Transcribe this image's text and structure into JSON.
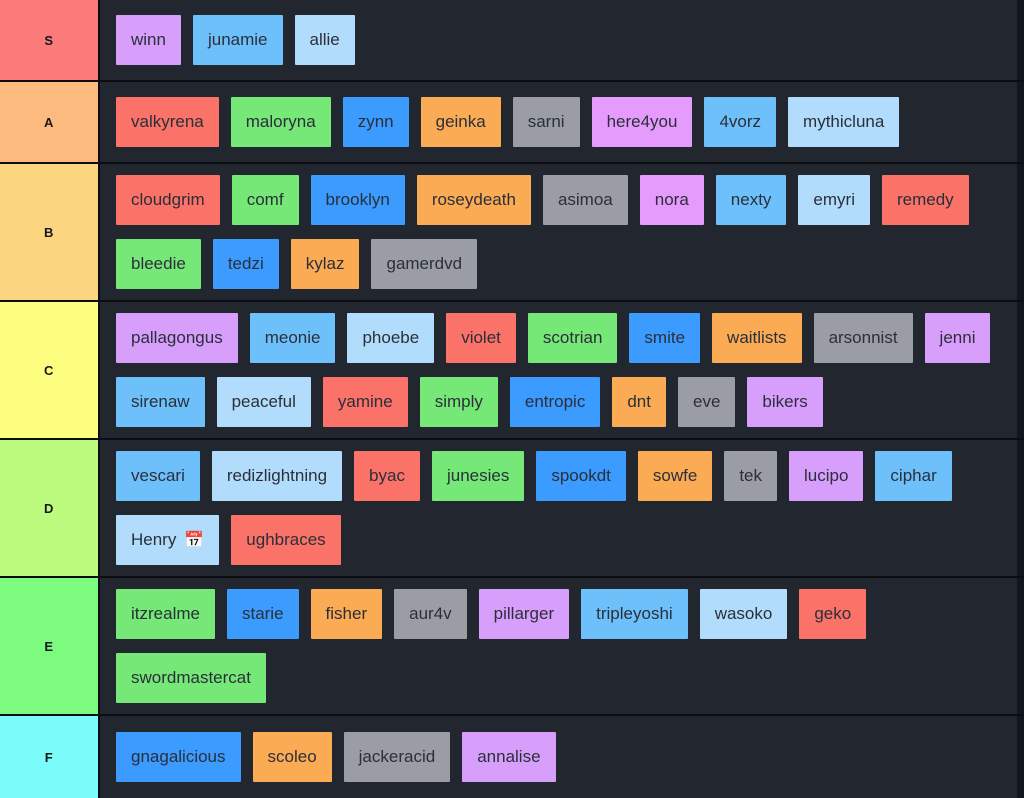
{
  "app": {
    "kind": "tier-list",
    "background_color": "#22262f",
    "frame_color": "#12151c"
  },
  "tile_colors": {
    "red": "#fa7268",
    "orange": "#fbab54",
    "green": "#75e877",
    "blue": "#3b9bff",
    "lightblue": "#6ec0fb",
    "paleblue": "#b2dcfb",
    "purple": "#d79efc",
    "lightpurple": "#cfa5fb",
    "gray": "#9a9da3"
  },
  "tiers": [
    {
      "label": "S",
      "color": "#fb7b7b",
      "items": [
        {
          "text": "winn",
          "color": "#d79efc"
        },
        {
          "text": "junamie",
          "color": "#6ec0fb"
        },
        {
          "text": "allie",
          "color": "#b2dcfb"
        }
      ]
    },
    {
      "label": "A",
      "color": "#fcba7f",
      "items": [
        {
          "text": "valkyrena",
          "color": "#fa7268"
        },
        {
          "text": "maloryna",
          "color": "#75e877"
        },
        {
          "text": "zynn",
          "color": "#3b9bff"
        },
        {
          "text": "geinka",
          "color": "#fbab54"
        },
        {
          "text": "sarni",
          "color": "#9a9da3"
        },
        {
          "text": "here4you",
          "color": "#e59bfb"
        },
        {
          "text": "4vorz",
          "color": "#6ec0fb"
        },
        {
          "text": "mythicluna",
          "color": "#b2dcfb"
        }
      ]
    },
    {
      "label": "B",
      "color": "#fcd581",
      "items": [
        {
          "text": "cloudgrim",
          "color": "#fa7268"
        },
        {
          "text": "comf",
          "color": "#75e877"
        },
        {
          "text": "brooklyn",
          "color": "#3b9bff"
        },
        {
          "text": "roseydeath",
          "color": "#fbab54"
        },
        {
          "text": "asimoa",
          "color": "#9a9da3"
        },
        {
          "text": "nora",
          "color": "#e59bfb"
        },
        {
          "text": "nexty",
          "color": "#6ec0fb"
        },
        {
          "text": "emyri",
          "color": "#b2dcfb"
        },
        {
          "text": "remedy",
          "color": "#fa7268"
        },
        {
          "text": "bleedie",
          "color": "#75e877"
        },
        {
          "text": "tedzi",
          "color": "#3b9bff"
        },
        {
          "text": "kylaz",
          "color": "#fbab54"
        },
        {
          "text": "gamerdvd",
          "color": "#9a9da3"
        }
      ]
    },
    {
      "label": "C",
      "color": "#fdfd7f",
      "items": [
        {
          "text": "pallagongus",
          "color": "#d79efc"
        },
        {
          "text": "meonie",
          "color": "#6ec0fb"
        },
        {
          "text": "phoebe",
          "color": "#b2dcfb"
        },
        {
          "text": "violet",
          "color": "#fa7268"
        },
        {
          "text": "scotrian",
          "color": "#75e877"
        },
        {
          "text": "smite",
          "color": "#3b9bff"
        },
        {
          "text": "waitlists",
          "color": "#fbab54"
        },
        {
          "text": "arsonnist",
          "color": "#9a9da3"
        },
        {
          "text": "jenni",
          "color": "#d79efc"
        },
        {
          "text": "sirenaw",
          "color": "#6ec0fb"
        },
        {
          "text": "peaceful",
          "color": "#b2dcfb"
        },
        {
          "text": "yamine",
          "color": "#fa7268"
        },
        {
          "text": "simply",
          "color": "#75e877"
        },
        {
          "text": "entropic",
          "color": "#3b9bff"
        },
        {
          "text": "dnt",
          "color": "#fbab54"
        },
        {
          "text": "eve",
          "color": "#9a9da3"
        },
        {
          "text": "bikers",
          "color": "#d79efc"
        }
      ]
    },
    {
      "label": "D",
      "color": "#bdfb7f",
      "items": [
        {
          "text": "vescari",
          "color": "#6ec0fb"
        },
        {
          "text": "redizlightning",
          "color": "#b2dcfb"
        },
        {
          "text": "byac",
          "color": "#fa7268"
        },
        {
          "text": "junesies",
          "color": "#75e877"
        },
        {
          "text": "spookdt",
          "color": "#3b9bff"
        },
        {
          "text": "sowfe",
          "color": "#fbab54"
        },
        {
          "text": "tek",
          "color": "#9a9da3"
        },
        {
          "text": "lucipo",
          "color": "#d79efc"
        },
        {
          "text": "ciphar",
          "color": "#6ec0fb"
        },
        {
          "text": "Henry",
          "emoji": "📅",
          "color": "#b2dcfb"
        },
        {
          "text": "ughbraces",
          "color": "#fa7268"
        }
      ]
    },
    {
      "label": "E",
      "color": "#7cfb7f",
      "items": [
        {
          "text": "itzrealme",
          "color": "#75e877"
        },
        {
          "text": "starie",
          "color": "#3b9bff"
        },
        {
          "text": "fisher",
          "color": "#fbab54"
        },
        {
          "text": "aur4v",
          "color": "#9a9da3"
        },
        {
          "text": "pillarger",
          "color": "#d79efc"
        },
        {
          "text": "tripleyoshi",
          "color": "#6ec0fb"
        },
        {
          "text": "wasoko",
          "color": "#b2dcfb"
        },
        {
          "text": "geko",
          "color": "#fa7268"
        },
        {
          "text": "swordmastercat",
          "color": "#75e877"
        }
      ]
    },
    {
      "label": "F",
      "color": "#7cfbfb",
      "items": [
        {
          "text": "gnagalicious",
          "color": "#3b9bff"
        },
        {
          "text": "scoleo",
          "color": "#fbab54"
        },
        {
          "text": "jackeracid",
          "color": "#9a9da3"
        },
        {
          "text": "annalise",
          "color": "#d79efc"
        }
      ]
    }
  ]
}
